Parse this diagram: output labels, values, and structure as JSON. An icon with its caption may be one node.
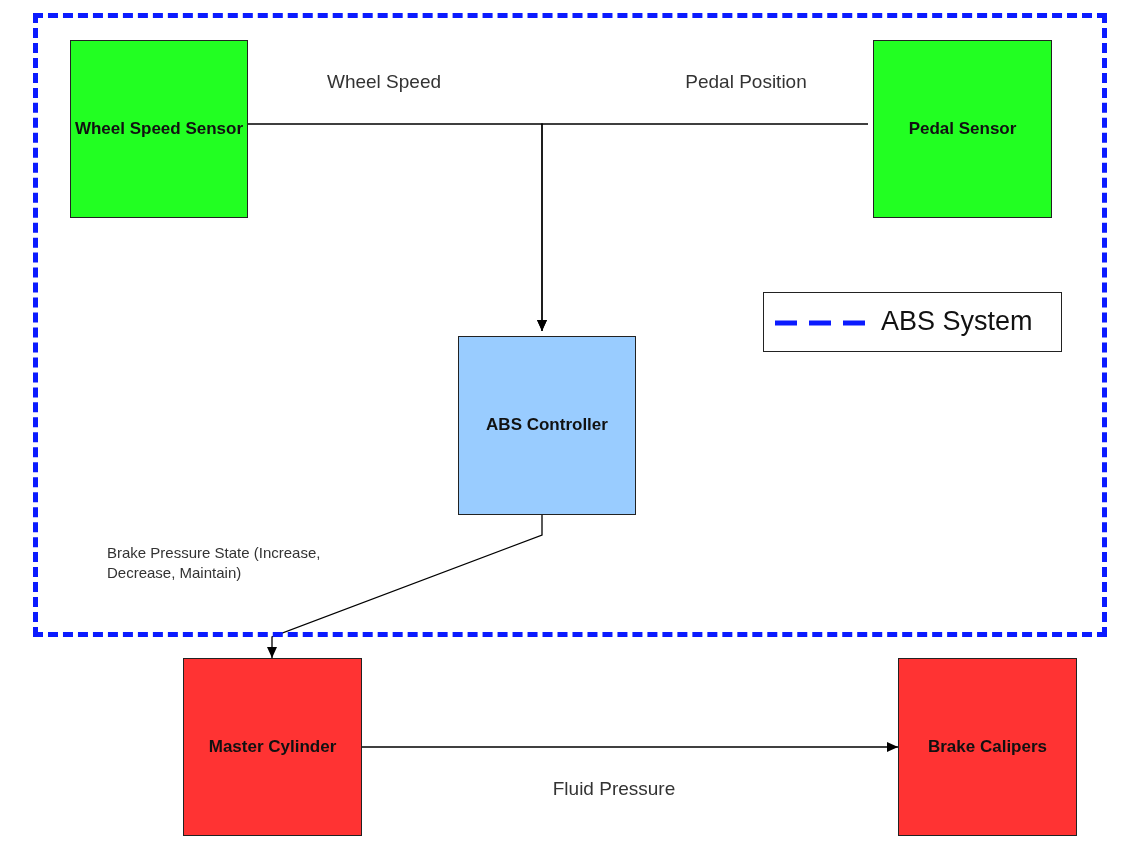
{
  "diagram": {
    "nodes": [
      {
        "text": [],
        "shape": "box"
      },
      {
        "text": [
          "Wheel Speed Sensor"
        ],
        "in": 0
      },
      {
        "text": [
          "Pedal Sensor"
        ],
        "in": 0
      },
      {
        "text": [
          "ABS Controller"
        ],
        "in": 0
      },
      {
        "text": [
          "Master Cylinder"
        ]
      },
      {
        "text": [
          "Brake Calipers"
        ]
      }
    ],
    "edges": [
      {
        "from": 1,
        "to": 3,
        "arrow": "to",
        "label": "Wheel Speed"
      },
      {
        "from": 2,
        "to": 3,
        "arrow": "to",
        "label": "Pedal Position"
      },
      {
        "from": 3,
        "to": 4,
        "arrow": "to",
        "label": "Brake Pressure State (Increase, Decrease, Maintain)"
      },
      {
        "from": 4,
        "to": 5,
        "arrow": "to",
        "label": "Fluid Pressure"
      }
    ],
    "legend": [
      {
        "text": "ABS System"
      }
    ]
  }
}
